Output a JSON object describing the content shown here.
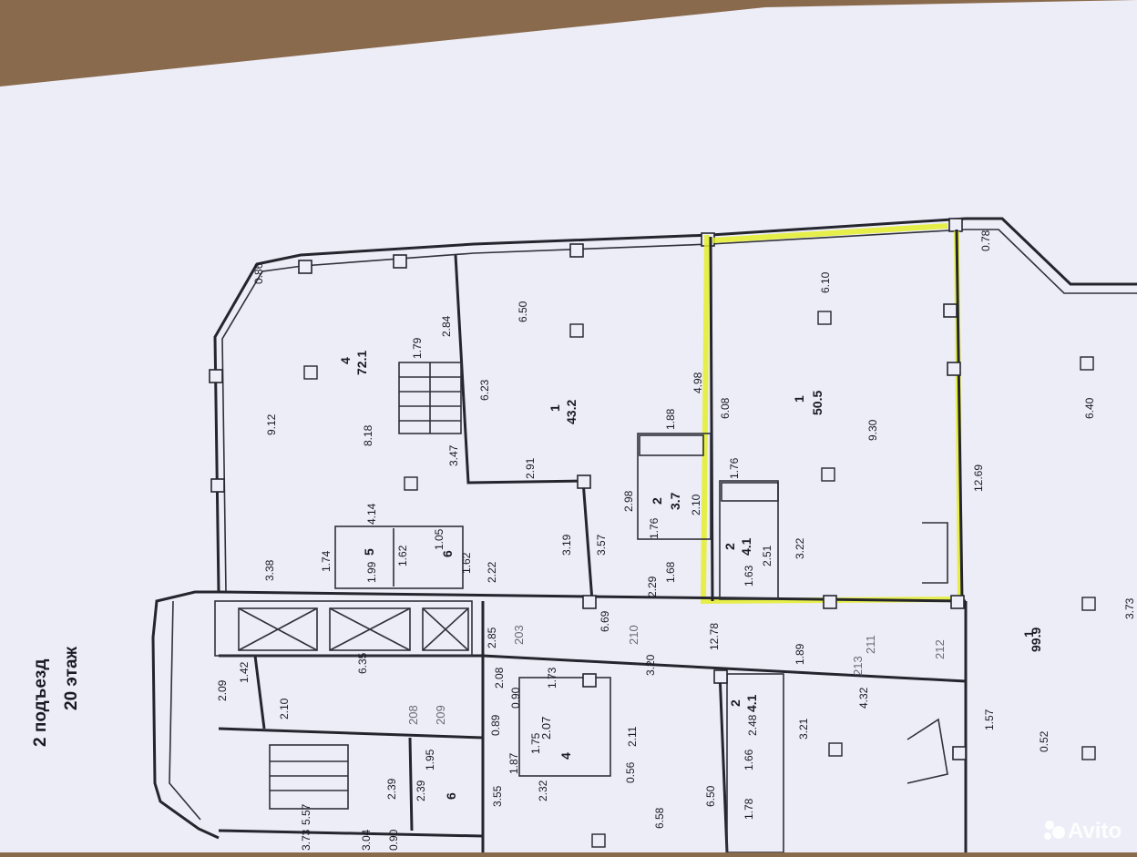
{
  "header": {
    "entrance": "2 подъезд",
    "floor": "20 этаж"
  },
  "watermark": "Avito",
  "rooms": {
    "r4": {
      "num": "4",
      "area": "72.1"
    },
    "r1a": {
      "num": "1",
      "area": "43.2"
    },
    "r1b": {
      "num": "1",
      "area": "50.5"
    },
    "r1c": {
      "num": "1",
      "area": "99.9"
    },
    "r2a": {
      "num": "2",
      "area": "3.7"
    },
    "r2b": {
      "num": "2",
      "area": "4.1"
    },
    "r2c": {
      "num": "2",
      "area": "4.1"
    },
    "r5": {
      "num": "5"
    },
    "r6a": {
      "num": "6"
    },
    "r6b": {
      "num": "6"
    },
    "r4b": {
      "num": "4",
      "area": "2.07"
    }
  },
  "corridors": [
    "203",
    "208",
    "209",
    "210",
    "211",
    "212",
    "213"
  ],
  "dims": {
    "d0_86": "0.86",
    "d2_84": "2.84",
    "d1_79": "1.79",
    "d6_50": "6.50",
    "d9_12": "9.12",
    "d8_18": "8.18",
    "d6_23": "6.23",
    "d3_47": "3.47",
    "d2_91": "2.91",
    "d1_88": "1.88",
    "d4_98": "4.98",
    "d6_08": "6.08",
    "d6_10": "6.10",
    "d0_78": "0.78",
    "d9_30": "9.30",
    "d1_76a": "1.76",
    "d2_10a": "2.10",
    "d1_76b": "1.76",
    "d2_98": "2.98",
    "d3_57": "3.57",
    "d3_19": "3.19",
    "d4_14": "4.14",
    "d1_74": "1.74",
    "d1_99": "1.99",
    "d1_62a": "1.62",
    "d1_05": "1.05",
    "d1_62b": "1.62",
    "d2_22": "2.22",
    "d3_38": "3.38",
    "d1_68": "1.68",
    "d2_29": "2.29",
    "d6_69": "6.69",
    "d2_51": "2.51",
    "d1_63": "1.63",
    "d3_22": "3.22",
    "d12_69": "12.69",
    "d6_40": "6.40",
    "d2_85": "2.85",
    "d2_08": "2.08",
    "d0_90": "0.90",
    "d1_73": "1.73",
    "d3_20": "3.20",
    "d12_78": "12.78",
    "d1_89": "1.89",
    "d6_35": "6.35",
    "d1_42": "1.42",
    "d2_09": "2.09",
    "d2_10b": "2.10",
    "d0_89": "0.89",
    "d1_87": "1.87",
    "d1_75": "1.75",
    "d2_11": "2.11",
    "d2_48": "2.48",
    "d3_21": "3.21",
    "d4_32": "4.32",
    "d1_57": "1.57",
    "d0_52": "0.52",
    "d3_73a": "3.73",
    "d1_95": "1.95",
    "d2_39a": "2.39",
    "d2_39b": "2.39",
    "d3_55": "3.55",
    "d2_32": "2.32",
    "d0_56": "0.56",
    "d6_58": "6.58",
    "d6_50b": "6.50",
    "d1_66": "1.66",
    "d1_78": "1.78",
    "d5_57": "5.57",
    "d3_73b": "3.73",
    "d0_90b": "0.90",
    "d3_04": "3.04"
  },
  "colors": {
    "paper": "#ededf7",
    "ink": "#25252e",
    "highlight": "#e4ef2a",
    "background": "#8a6a4c"
  }
}
